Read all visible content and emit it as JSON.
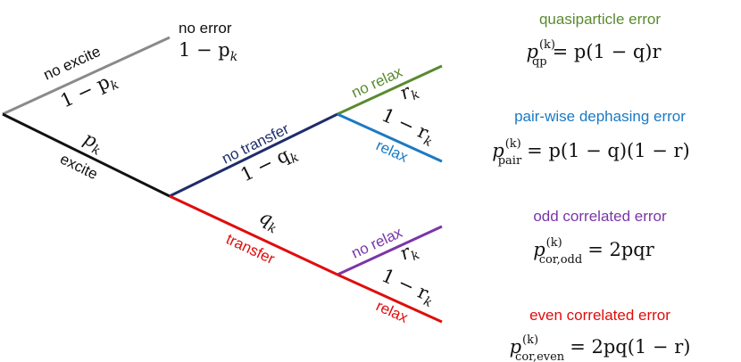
{
  "colors": {
    "gray": "#8a8a8a",
    "black": "#111111",
    "navy": "#1f2d6b",
    "red": "#e00d0d",
    "green": "#5a8a30",
    "blue": "#1a7ac4",
    "purple": "#7a35a8"
  },
  "branches": {
    "no_excite": "no excite",
    "no_excite_prob": "1 − p",
    "no_error": "no error",
    "no_error_prob": "1 − p",
    "excite": "excite",
    "excite_prob": "p",
    "no_transfer": "no transfer",
    "no_transfer_prob": "1 − q",
    "transfer": "transfer",
    "transfer_prob": "q",
    "no_relax_top": "no relax",
    "no_relax_top_prob": "r",
    "relax_top": "relax",
    "relax_top_prob": "1 − r",
    "no_relax_bottom": "no relax",
    "no_relax_bottom_prob": "r",
    "relax_bottom": "relax",
    "relax_bottom_prob": "1 − r",
    "subscript_k": "k"
  },
  "outcomes": [
    {
      "title": "quasiparticle error",
      "color": "#5a8a30",
      "lhs_base": "p",
      "lhs_sup": "(k)",
      "lhs_sub": "qp",
      "rhs": "= p(1 − q)r"
    },
    {
      "title": "pair-wise dephasing error",
      "color": "#1a7ac4",
      "lhs_base": "p",
      "lhs_sup": "(k)",
      "lhs_sub": "pair",
      "rhs": "= p(1 − q)(1 − r)"
    },
    {
      "title": "odd correlated error",
      "color": "#7a35a8",
      "lhs_base": "p",
      "lhs_sup": "(k)",
      "lhs_sub": "cor,odd",
      "rhs": "= 2pqr"
    },
    {
      "title": "even correlated error",
      "color": "#e00d0d",
      "lhs_base": "p",
      "lhs_sup": "(k)",
      "lhs_sub": "cor,even",
      "rhs": "= 2pq(1 − r)"
    }
  ]
}
